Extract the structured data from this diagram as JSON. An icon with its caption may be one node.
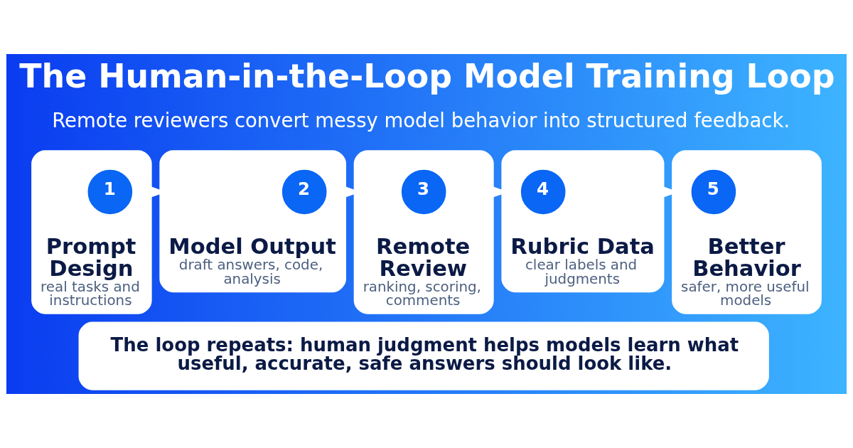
{
  "diagram": {
    "title": "The Human-in-the-Loop Model Training Loop",
    "nodes": [
      {
        "text": [
          "Prompt Design",
          "real tasks and instructions"
        ]
      },
      {
        "text": [
          "1"
        ],
        "in": 0
      },
      {
        "text": [
          "Model Output",
          "draft answers, code, analysis"
        ]
      },
      {
        "text": [
          "2"
        ],
        "in": 2
      },
      {
        "text": [
          "Remote Review",
          "ranking, scoring, comments"
        ]
      },
      {
        "text": [
          "3"
        ],
        "in": 4
      },
      {
        "text": [
          "Rubric Data",
          "clear labels and judgments"
        ]
      },
      {
        "text": [
          "4"
        ],
        "in": 6
      },
      {
        "text": [
          "Better Behavior",
          "safer, more useful models"
        ]
      },
      {
        "text": [
          "5"
        ],
        "in": 8
      },
      {
        "text": [
          "The loop repeats: human judgment helps models learn what useful, accurate, safe answers should look like."
        ]
      }
    ],
    "edges": [
      {
        "from": 0,
        "to": 2,
        "arrow": "to"
      },
      {
        "from": 2,
        "to": 4,
        "arrow": "to"
      },
      {
        "from": 4,
        "to": 6,
        "arrow": "to"
      },
      {
        "from": 6,
        "to": 8,
        "arrow": "to"
      }
    ],
    "labels": [
      "Remote reviewers convert messy model behavior into structured feedback."
    ]
  }
}
